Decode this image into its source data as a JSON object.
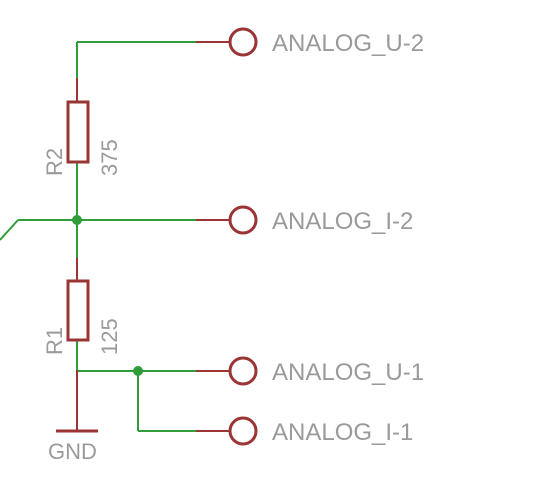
{
  "colors": {
    "wire": "#2f9e3a",
    "pin": "#9b3535",
    "text": "#9a9a9a",
    "background": "#ffffff"
  },
  "schematic": {
    "components": {
      "r2": {
        "name": "R2",
        "value": "375"
      },
      "r1": {
        "name": "R1",
        "value": "125"
      }
    },
    "net_labels": {
      "analog_u2": "ANALOG_U-2",
      "analog_i2": "ANALOG_I-2",
      "analog_u1": "ANALOG_U-1",
      "analog_i1": "ANALOG_I-1"
    },
    "ground": {
      "label": "GND"
    }
  }
}
